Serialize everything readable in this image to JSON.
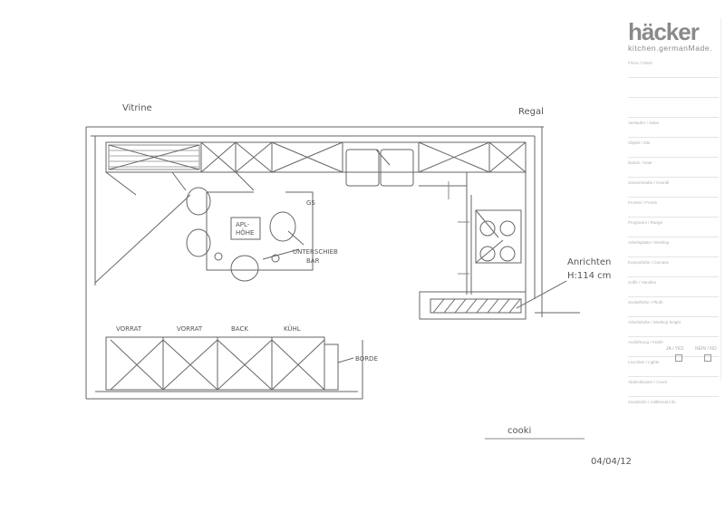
{
  "header": {
    "brand": "häcker",
    "tagline": "kitchen.germanMade."
  },
  "form": {
    "fields": [
      "Firma / Client",
      "",
      "",
      "Verkäufer / Sales",
      "Objekt / Site",
      "Datum / Date",
      "Gesamtmaße / Overall",
      "Fronten / Fronts",
      "Programm / Range",
      "Arbeitsplatte / Worktop",
      "Korpusfarbe / Carcase",
      "Griffe / Handles",
      "Sockelhöhe / Plinth",
      "Arbeitshöhe / Worktop height",
      "Ausführung / Finish",
      "Leuchten / Lights",
      "Abdeckboden / Cover",
      "Zusatzinfo / Additional info"
    ],
    "yes_label": "JA / YES",
    "no_label": "NEIN / NO"
  },
  "plan": {
    "labels": {
      "vitrine": "Vitrine",
      "regal": "Regal",
      "gs": "GS",
      "apl_hoehe_1": "APL-",
      "apl_hoehe_2": "HÖHE",
      "unterschieb_1": "UNTERSCHIEB",
      "unterschieb_2": "BAR",
      "anrichten_1": "Anrichten",
      "anrichten_2": "H:114 cm",
      "vorrat_1": "VORRAT",
      "vorrat_2": "VORRAT",
      "back": "BACK",
      "kuehl": "KÜHL",
      "borde": "BORDE"
    },
    "signature": "cooki",
    "date": "04/04/12"
  }
}
